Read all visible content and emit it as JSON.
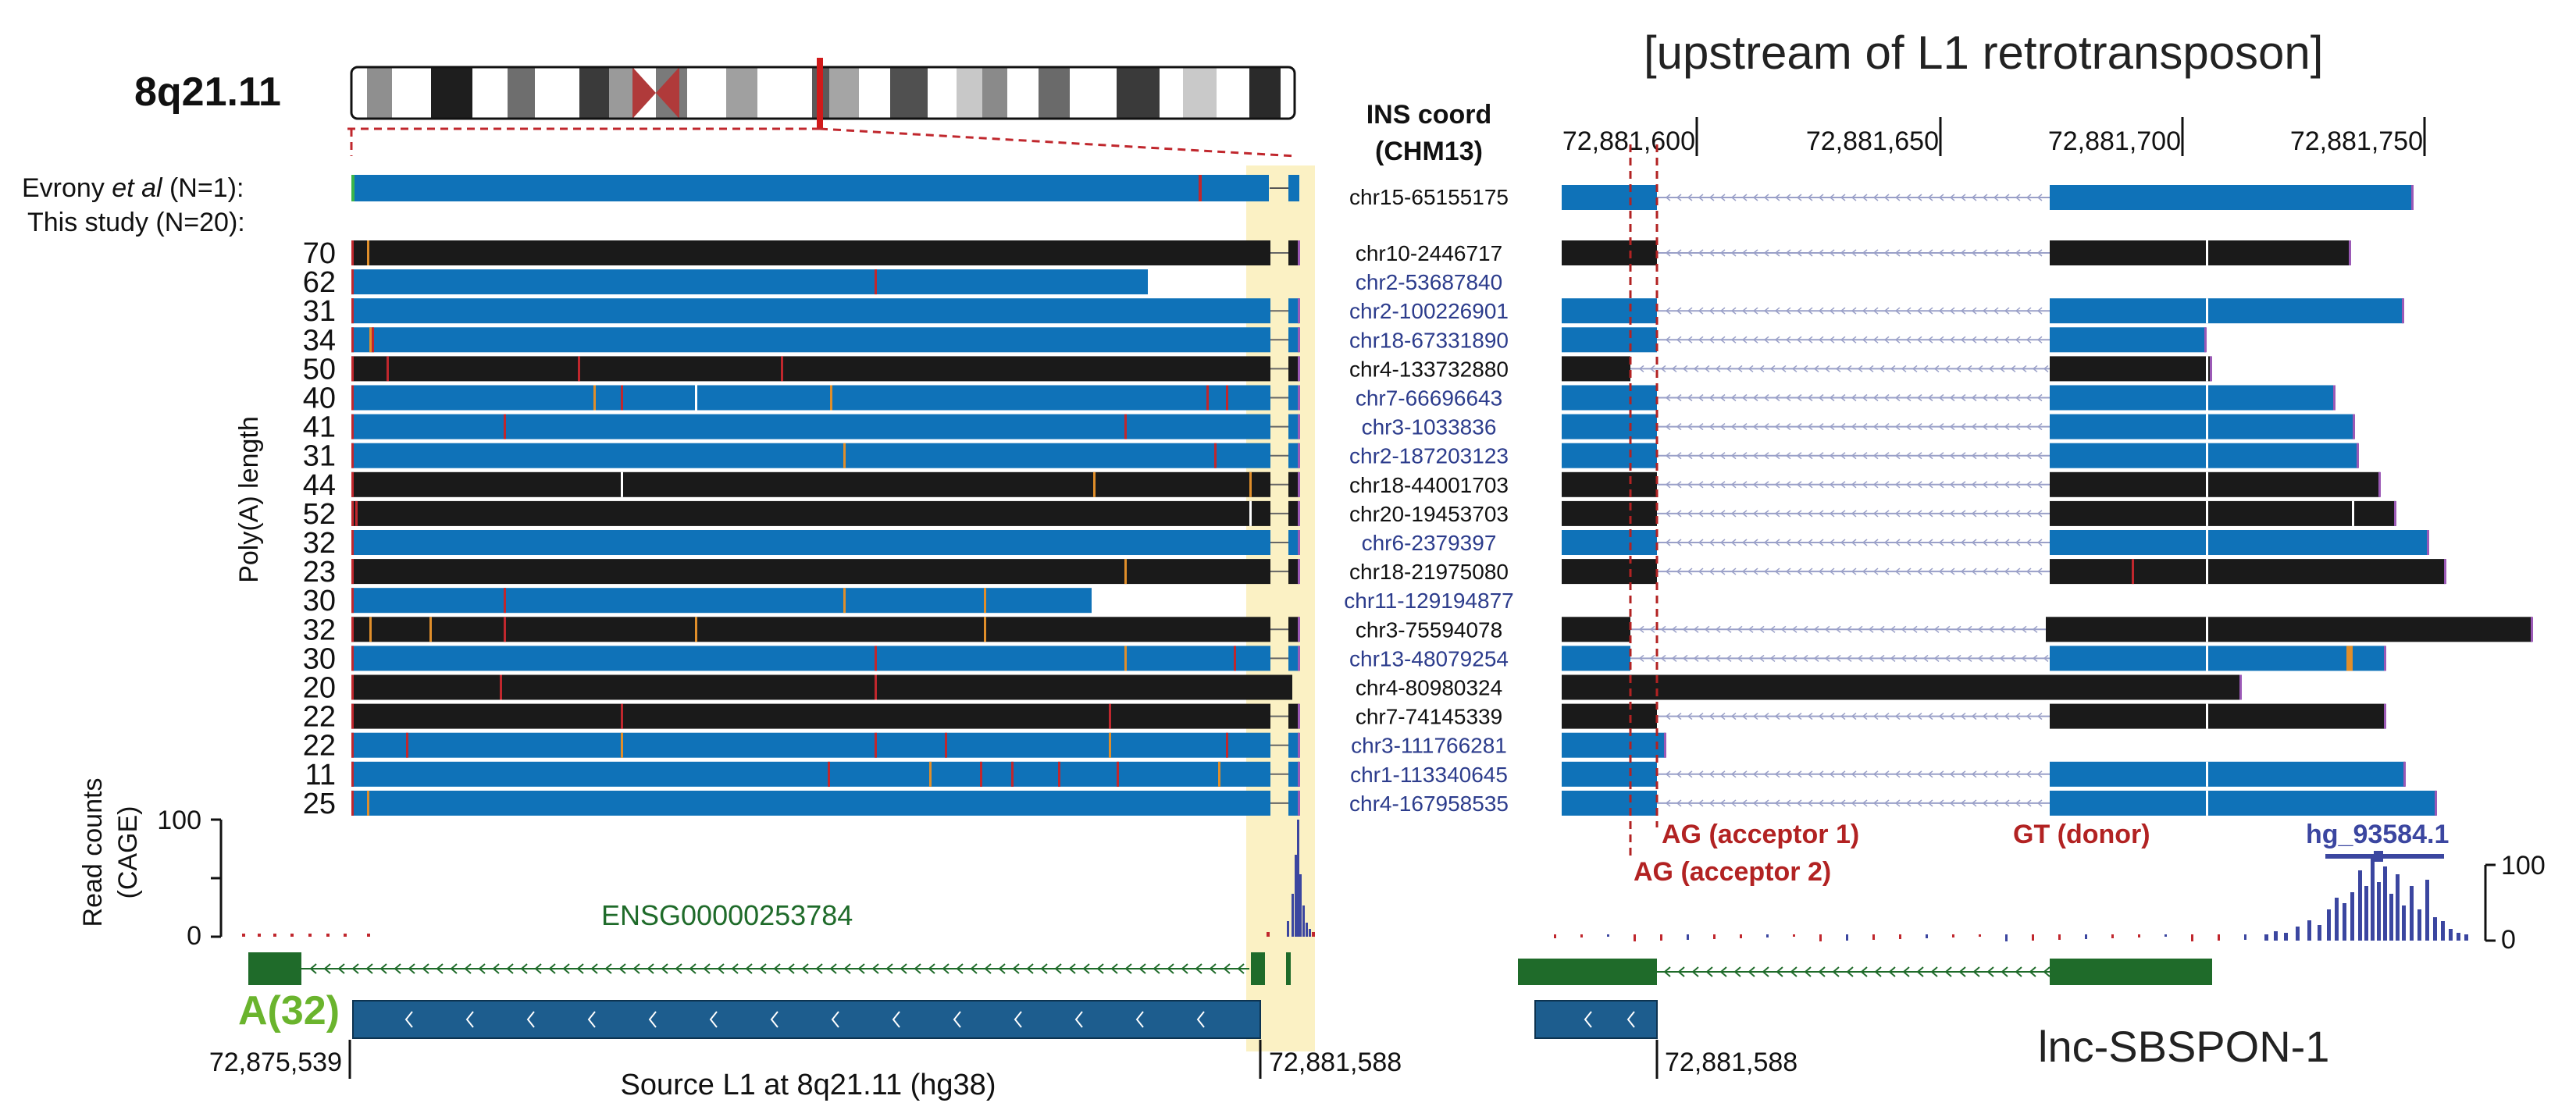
{
  "chromosome": "8q21.11",
  "right_title": "[upstream of L1 retrotransposon]",
  "labels": {
    "evrony_a": "Evrony ",
    "evrony_b": "et al",
    "evrony_c": " (N=1):",
    "this_study": "This study (N=20):",
    "polya_axis": "Poly(A) length",
    "cage_axis_1": "Read counts",
    "cage_axis_2": "(CAGE)",
    "cage_max": "100",
    "cage_min": "0",
    "ensg": "ENSG00000253784",
    "polyA_source": "A(32)",
    "coord_left": "72,875,539",
    "coord_right": "72,881,588",
    "source_caption": "Source L1 at 8q21.11 (hg38)",
    "ins_header_1": "INS coord",
    "ins_header_2": "(CHM13)",
    "acceptor1": "AG (acceptor 1)",
    "acceptor2": "AG (acceptor 2)",
    "donor": "GT (donor)",
    "hg_label": "hg_93584.1",
    "right_cage_max": "100",
    "right_cage_min": "0",
    "right_coord": "72,881,588",
    "lnc_label": "lnc-SBSPON-1"
  },
  "top_axis_ticks": [
    "72,881,600",
    "72,881,650",
    "72,881,700",
    "72,881,750"
  ],
  "evrony_ins": "chr15-65155175",
  "rows": [
    {
      "polya": "70",
      "ins": "chr10-2446717",
      "color": "black"
    },
    {
      "polya": "62",
      "ins": "chr2-53687840",
      "color": "blue"
    },
    {
      "polya": "31",
      "ins": "chr2-100226901",
      "color": "blue"
    },
    {
      "polya": "34",
      "ins": "chr18-67331890",
      "color": "blue"
    },
    {
      "polya": "50",
      "ins": "chr4-133732880",
      "color": "black"
    },
    {
      "polya": "40",
      "ins": "chr7-66696643",
      "color": "blue"
    },
    {
      "polya": "41",
      "ins": "chr3-1033836",
      "color": "blue"
    },
    {
      "polya": "31",
      "ins": "chr2-187203123",
      "color": "blue"
    },
    {
      "polya": "44",
      "ins": "chr18-44001703",
      "color": "black"
    },
    {
      "polya": "52",
      "ins": "chr20-19453703",
      "color": "black"
    },
    {
      "polya": "32",
      "ins": "chr6-2379397",
      "color": "blue"
    },
    {
      "polya": "23",
      "ins": "chr18-21975080",
      "color": "black"
    },
    {
      "polya": "30",
      "ins": "chr11-129194877",
      "color": "blue"
    },
    {
      "polya": "32",
      "ins": "chr3-75594078",
      "color": "black"
    },
    {
      "polya": "30",
      "ins": "chr13-48079254",
      "color": "blue"
    },
    {
      "polya": "20",
      "ins": "chr4-80980324",
      "color": "black"
    },
    {
      "polya": "22",
      "ins": "chr7-74145339",
      "color": "black"
    },
    {
      "polya": "22",
      "ins": "chr3-111766281",
      "color": "blue"
    },
    {
      "polya": "11",
      "ins": "chr1-113340645",
      "color": "blue"
    },
    {
      "polya": "25",
      "ins": "chr4-167958535",
      "color": "blue"
    }
  ],
  "colors": {
    "blue": "#0f72b8",
    "black": "#1a1a1a",
    "highlight": "#fbf1c4",
    "red_mark": "#c0272d",
    "orange_mark": "#e08e2a",
    "gene_green": "#1f6b2a",
    "l1_box": "#1d5d8e",
    "ins_black": "#111111",
    "ins_blue": "#2c3c8c",
    "cage_red": "#c0272d",
    "cage_blue": "#3b46a0",
    "dashed_red": "#b22222"
  }
}
